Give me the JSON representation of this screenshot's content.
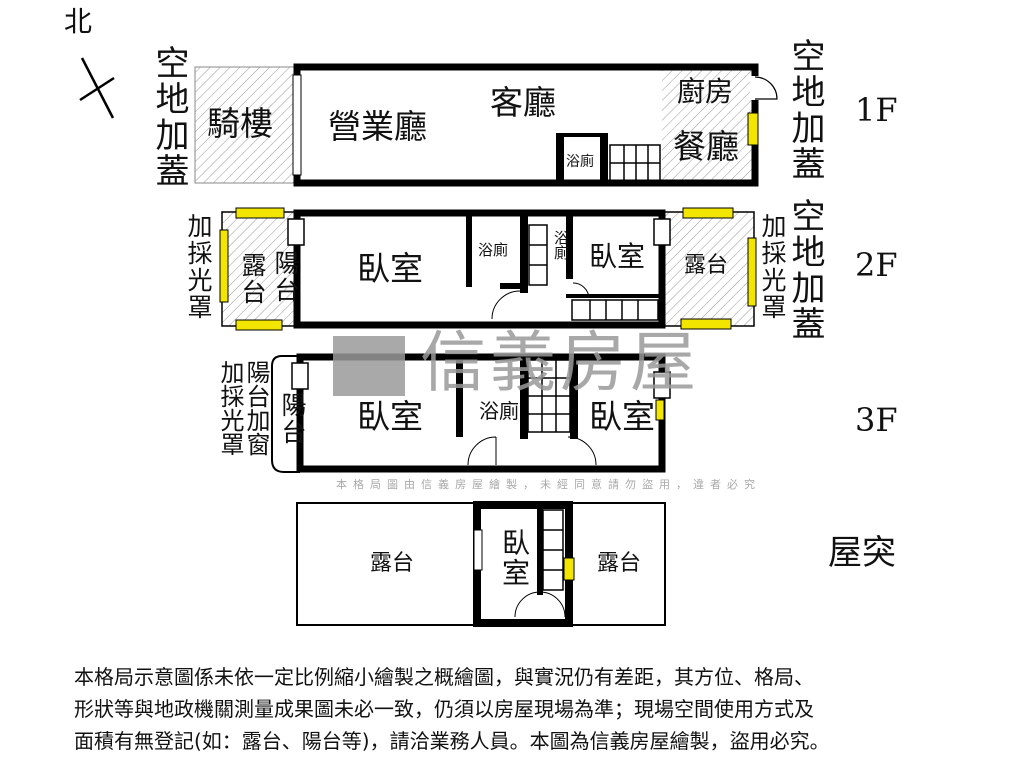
{
  "compass": {
    "label": "北"
  },
  "watermark": {
    "brand": "信義房屋",
    "notice": "本格局圖由信義房屋繪製，未經同意請勿盜用，違者必究"
  },
  "floors": {
    "f1": {
      "name": "1F",
      "left_annex": "空地加蓋",
      "arcade": "騎樓",
      "business_hall": "營業廳",
      "living_room": "客廳",
      "bathroom": "浴廁",
      "kitchen": "廚房",
      "dining": "餐廳",
      "right_annex": "空地加蓋"
    },
    "f2": {
      "name": "2F",
      "left_canopy": "加採光罩",
      "left_terrace": "露台",
      "balcony": "陽台",
      "bedroom_left": "臥室",
      "bathroom_left": "浴廁",
      "bathroom_right": "浴廁",
      "bedroom_right": "臥室",
      "right_terrace": "露台",
      "right_canopy": "加採光罩",
      "right_annex": "空地加蓋"
    },
    "f3": {
      "name": "3F",
      "left_canopy": "加採光罩",
      "left_balcony_window": "陽台加窗",
      "balcony": "陽台",
      "bedroom_left": "臥室",
      "bathroom": "浴廁",
      "bedroom_right": "臥室"
    },
    "roof": {
      "name": "屋突",
      "terrace_left": "露台",
      "bedroom": "臥室",
      "terrace_right": "露台"
    }
  },
  "disclaimer": [
    "本格局示意圖係未依一定比例縮小繪製之概繪圖，與實況仍有差距，其方位、格局、",
    "形狀等與地政機關測量成果圖未必一致，仍須以房屋現場為準；現場空間使用方式及",
    "面積有無登記(如：露台、陽台等)，請洽業務人員。本圖為信義房屋繪製，盜用必究。"
  ],
  "colors": {
    "wall": "#000000",
    "window": "#f2e600",
    "hatch": "#9a9a9a",
    "watermark": "#9a9a9a"
  }
}
